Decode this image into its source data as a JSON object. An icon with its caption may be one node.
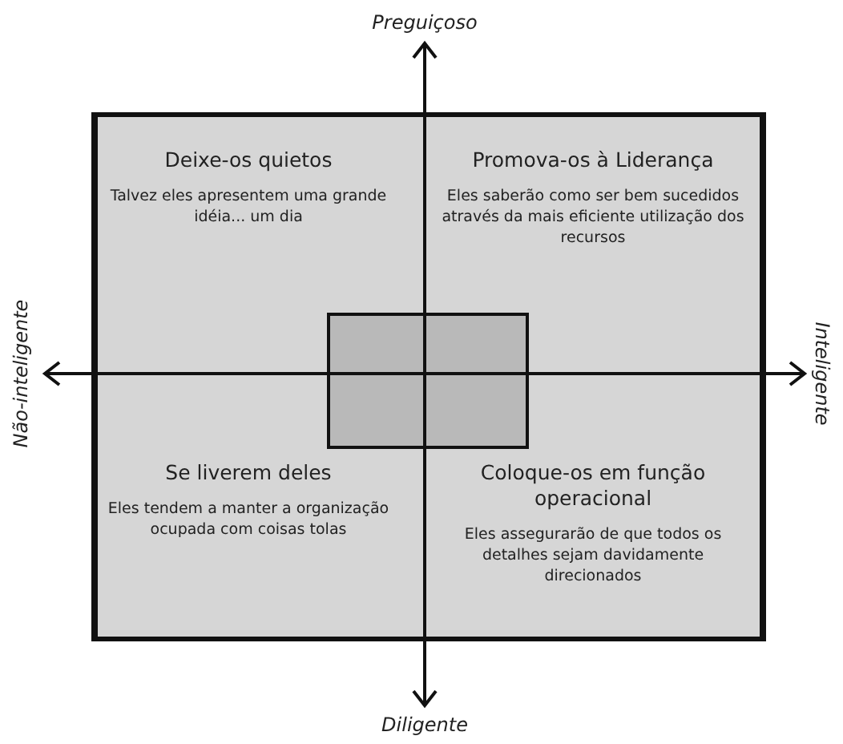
{
  "diagram": {
    "nodes": [
      {
        "text": [
          "Deixe-os quietos",
          "Talvez eles apresentem uma grande idéia... um dia"
        ]
      },
      {
        "text": [
          "Promova-os à Liderança",
          "Eles saberão como ser bem sucedidos através da mais eficiente utilização dos recursos"
        ]
      },
      {
        "text": [],
        "shape": "box"
      },
      {
        "text": [
          "Se liverem deles",
          "Eles tendem a manter a organização ocupada com coisas tolas"
        ]
      },
      {
        "text": [
          "Coloque-os em função operacional",
          "Eles assegurarão de que todos os detalhes sejam davidamente direcionados"
        ]
      }
    ],
    "labels": [
      "Preguiçoso",
      "Não-inteligente",
      "Inteligente",
      "Diligente"
    ]
  }
}
